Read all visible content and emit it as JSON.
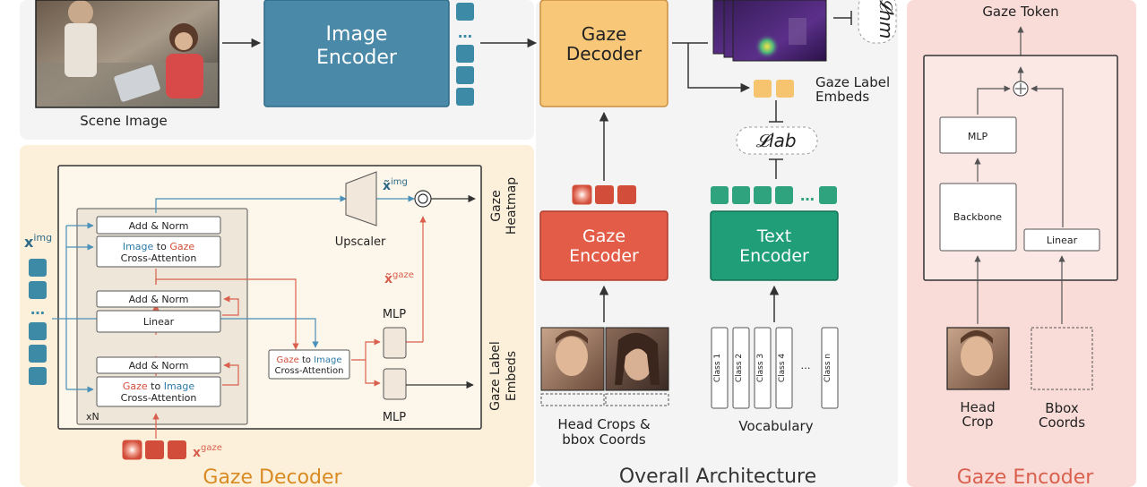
{
  "colors": {
    "image_encoder": "#4a8aa8",
    "gaze_decoder_block": "#f8c878",
    "gaze_encoder_block": "#e25c48",
    "text_encoder": "#1f9e78",
    "token_teal": "#3d8aa6",
    "token_red": "#d24d3a",
    "token_green": "#2ea37d",
    "token_orange": "#f6c36f",
    "decoder_panel_bg": "#fdf0da",
    "encoder_panel_bg": "#f9dcd8",
    "overall_panel_bg": "#f4f4f4",
    "blue_line": "#4a90b8",
    "red_line": "#d9604e",
    "gaze_decoder_title": "#d98a22",
    "gaze_encoder_title": "#d9604e",
    "overall_title": "#333333"
  },
  "top": {
    "scene_image_label": "Scene Image",
    "image_encoder_line1": "Image",
    "image_encoder_line2": "Encoder",
    "gaze_decoder_line1": "Gaze",
    "gaze_decoder_line2": "Decoder",
    "gaze_label_embeds_line1": "Gaze Label",
    "gaze_label_embeds_line2": "Embeds",
    "loss_hm": "𝓛hm",
    "loss_lab": "𝓛lab"
  },
  "overall": {
    "title": "Overall Architecture",
    "gaze_encoder_line1": "Gaze",
    "gaze_encoder_line2": "Encoder",
    "text_encoder_line1": "Text",
    "text_encoder_line2": "Encoder",
    "head_crops_line1": "Head Crops &",
    "head_crops_line2": "bbox Coords",
    "vocabulary_label": "Vocabulary",
    "vocab_classes": [
      "Class 1",
      "Class 2",
      "Class 3",
      "Class 4",
      "…",
      "Class n"
    ]
  },
  "decoder": {
    "title": "Gaze Decoder",
    "x_img": "x",
    "x_img_sup": "img",
    "x_gaze": "x",
    "x_gaze_sup": "gaze",
    "xt_img": "x̃",
    "xt_img_sup": "img",
    "xt_gaze": "x̃",
    "xt_gaze_sup": "gaze",
    "add_norm": "Add & Norm",
    "img_to_gaze_word1": "Image",
    "img_to_gaze_word2": " to ",
    "img_to_gaze_word3": "Gaze",
    "cross_attention": "Cross-Attention",
    "linear": "Linear",
    "gaze_to_img_word1": "Gaze",
    "gaze_to_img_word2": " to ",
    "gaze_to_img_word3": "Image",
    "xn": "xN",
    "upscaler": "Upscaler",
    "mlp": "MLP",
    "gaze_heatmap_line1": "Gaze",
    "gaze_heatmap_line2": "Heatmap",
    "gaze_label_embeds_line1": "Gaze Label",
    "gaze_label_embeds_line2": "Embeds"
  },
  "encoder": {
    "title": "Gaze Encoder",
    "gaze_token": "Gaze Token",
    "mlp": "MLP",
    "backbone": "Backbone",
    "linear": "Linear",
    "head_crop_line1": "Head",
    "head_crop_line2": "Crop",
    "bbox_line1": "Bbox",
    "bbox_line2": "Coords"
  }
}
